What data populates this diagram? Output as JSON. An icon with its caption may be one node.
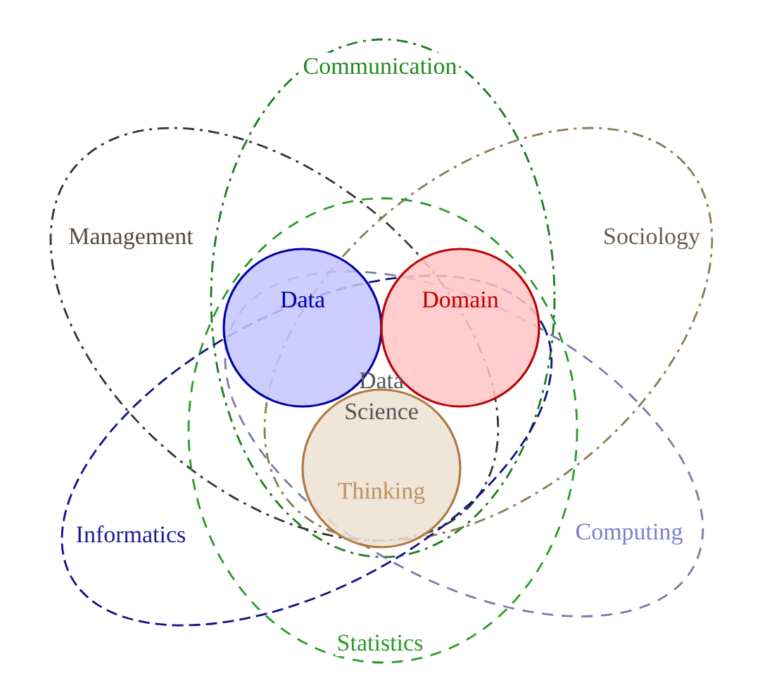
{
  "diagram": {
    "nodes": [
      {
        "text": [
          "Communication"
        ]
      },
      {
        "text": [
          "Management"
        ]
      },
      {
        "text": [
          "Sociology"
        ]
      },
      {
        "text": [
          "Data"
        ]
      },
      {
        "text": [
          "Domain"
        ]
      },
      {
        "text": [
          "Thinking"
        ]
      },
      {
        "text": [
          "Informatics"
        ]
      },
      {
        "text": [
          "Computing"
        ]
      },
      {
        "text": [
          "Statistics"
        ]
      }
    ],
    "labels": [
      "Data Science"
    ]
  }
}
